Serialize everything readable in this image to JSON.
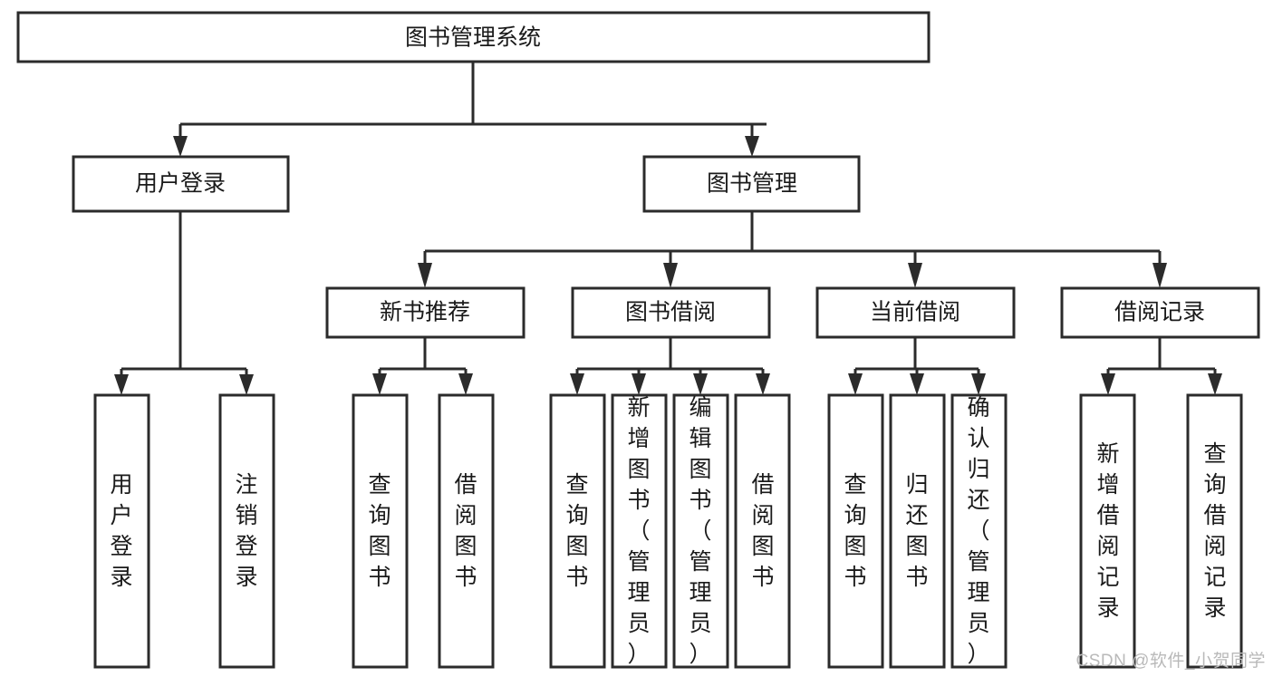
{
  "diagram": {
    "type": "tree-hierarchy",
    "title": "图书管理系统",
    "watermark": "CSDN @软件_小贺同学",
    "colors": {
      "stroke": "#2b2b2b",
      "fill": "#ffffff",
      "text": "#1a1a1a",
      "watermark": "#b9b9b9",
      "background": "#ffffff"
    },
    "root": {
      "label": "图书管理系统",
      "orientation": "horizontal"
    },
    "level2": [
      {
        "id": "user-login",
        "label": "用户登录",
        "orientation": "horizontal"
      },
      {
        "id": "book-manage",
        "label": "图书管理",
        "orientation": "horizontal"
      }
    ],
    "level3": [
      {
        "id": "new-book-recommend",
        "label": "新书推荐",
        "orientation": "horizontal",
        "parent": "book-manage"
      },
      {
        "id": "book-borrow",
        "label": "图书借阅",
        "orientation": "horizontal",
        "parent": "book-manage"
      },
      {
        "id": "current-borrow",
        "label": "当前借阅",
        "orientation": "horizontal",
        "parent": "book-manage"
      },
      {
        "id": "borrow-record",
        "label": "借阅记录",
        "orientation": "horizontal",
        "parent": "book-manage"
      }
    ],
    "leaves": {
      "user-login": [
        {
          "id": "leaf-user-login",
          "label": "用户登录",
          "orientation": "vertical"
        },
        {
          "id": "leaf-user-logout",
          "label": "注销登录",
          "orientation": "vertical"
        }
      ],
      "new-book-recommend": [
        {
          "id": "leaf-query-book-1",
          "label": "查询图书",
          "orientation": "vertical"
        },
        {
          "id": "leaf-borrow-book-1",
          "label": "借阅图书",
          "orientation": "vertical"
        }
      ],
      "book-borrow": [
        {
          "id": "leaf-query-book-2",
          "label": "查询图书",
          "orientation": "vertical"
        },
        {
          "id": "leaf-add-book",
          "label": "新增图书（管理员）",
          "orientation": "vertical"
        },
        {
          "id": "leaf-edit-book",
          "label": "编辑图书（管理员）",
          "orientation": "vertical"
        },
        {
          "id": "leaf-borrow-book-2",
          "label": "借阅图书",
          "orientation": "vertical"
        }
      ],
      "current-borrow": [
        {
          "id": "leaf-query-book-3",
          "label": "查询图书",
          "orientation": "vertical"
        },
        {
          "id": "leaf-return-book",
          "label": "归还图书",
          "orientation": "vertical"
        },
        {
          "id": "leaf-confirm-return",
          "label": "确认归还（管理员）",
          "orientation": "vertical"
        }
      ],
      "borrow-record": [
        {
          "id": "leaf-add-record",
          "label": "新增借阅记录",
          "orientation": "vertical"
        },
        {
          "id": "leaf-query-record",
          "label": "查询借阅记录",
          "orientation": "vertical"
        }
      ]
    }
  }
}
